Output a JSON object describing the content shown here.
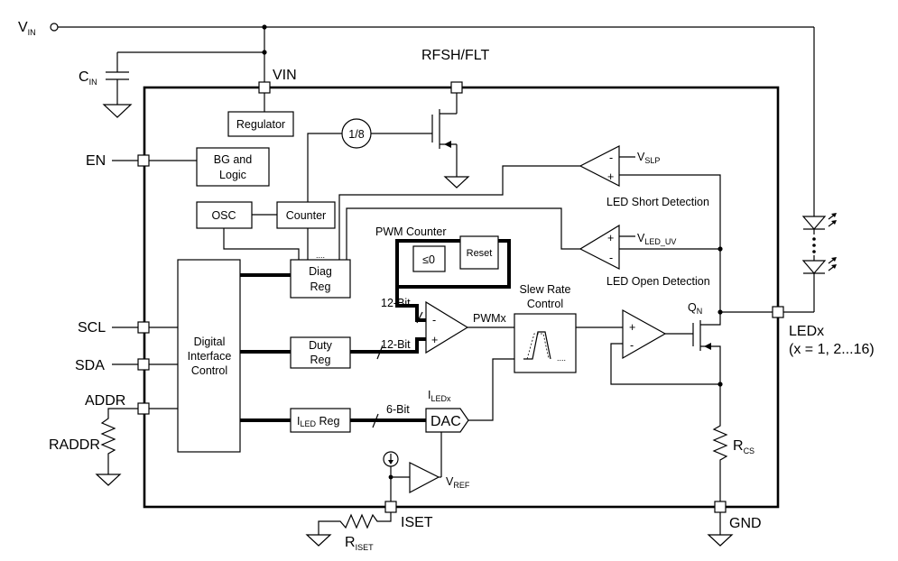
{
  "pins": {
    "vin_source": "V",
    "vin_source_sub": "IN",
    "cin": "C",
    "cin_sub": "IN",
    "vin": "VIN",
    "rfsh": "RFSH/FLT",
    "en": "EN",
    "scl": "SCL",
    "sda": "SDA",
    "addr": "ADDR",
    "raddr": "RADDR",
    "iset": "ISET",
    "riset": "R",
    "riset_sub": "ISET",
    "gnd": "GND",
    "ledx": "LEDx",
    "ledx_range": "(x = 1, 2...16)",
    "rcs": "R",
    "rcs_sub": "CS",
    "qn": "Q",
    "qn_sub": "N"
  },
  "blocks": {
    "regulator": "Regulator",
    "bg_line1": "BG and",
    "bg_line2": "Logic",
    "osc": "OSC",
    "counter": "Counter",
    "diag_line1": "Diag",
    "diag_line2": "Reg",
    "dic_line1": "Digital",
    "dic_line2": "Interface",
    "dic_line3": "Control",
    "duty_line1": "Duty",
    "duty_line2": "Reg",
    "iled_main": "I",
    "iled_sub": "LED",
    "iled_tail": " Reg",
    "dac": "DAC",
    "divider": "1/8",
    "pwm_counter": "PWM Counter",
    "le_zero": "≤0",
    "reset": "Reset",
    "slew_line1": "Slew Rate",
    "slew_line2": "Control",
    "dots": "....",
    "slew_dots": "...."
  },
  "labels": {
    "bit12_a": "12-Bit",
    "bit12_b": "12-Bit",
    "bit6": "6-Bit",
    "pwmx": "PWMx",
    "iledx_main": "I",
    "iledx_sub": "LEDx",
    "vref_main": "V",
    "vref_sub": "REF",
    "vslp_main": "V",
    "vslp_sub": "SLP",
    "vledu_main": "V",
    "vledu_sub": "LED_UV",
    "led_short": "LED Short Detection",
    "led_open": "LED Open Detection"
  },
  "comparator_signs": {
    "minus": "-",
    "plus": "+"
  }
}
